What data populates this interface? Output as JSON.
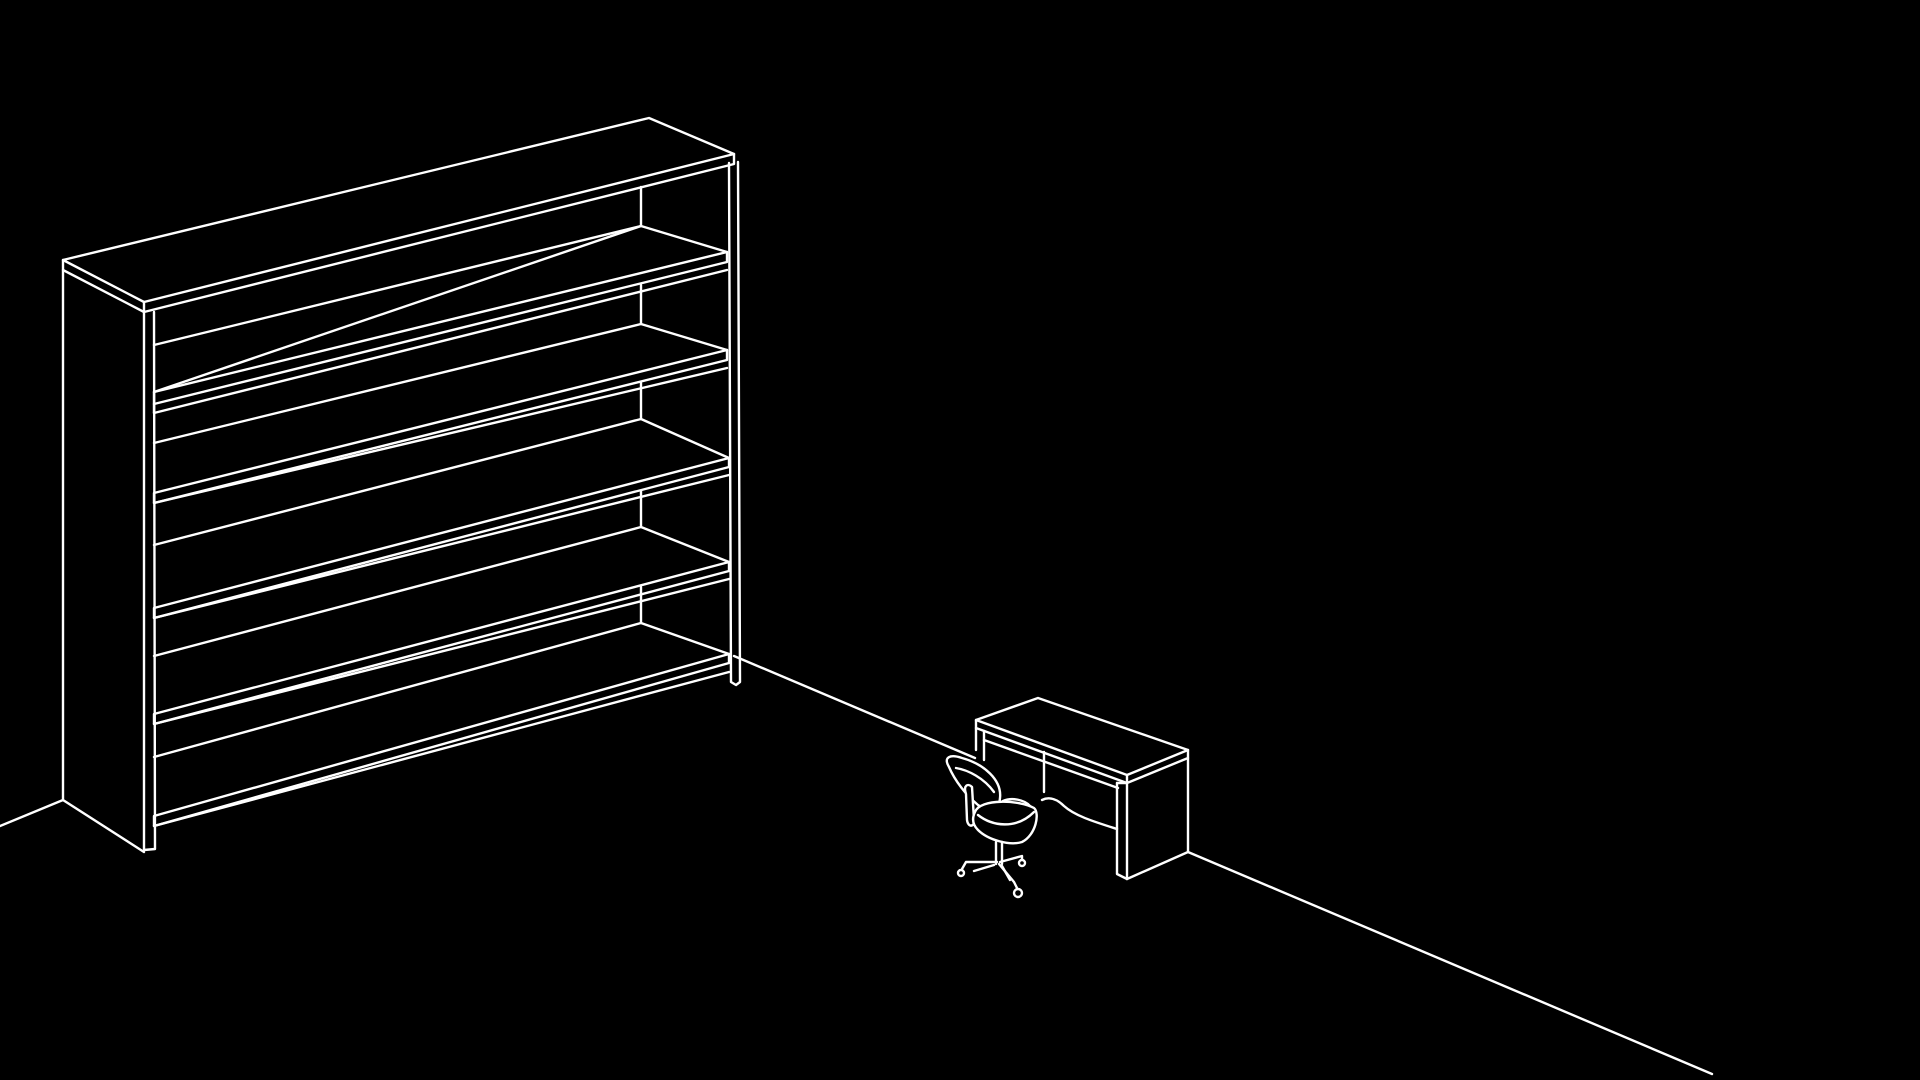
{
  "scene": {
    "background_color": "#000000",
    "line_color": "#ffffff",
    "objects": [
      "floor-wall-line",
      "bookshelf",
      "desk",
      "office-chair"
    ]
  }
}
